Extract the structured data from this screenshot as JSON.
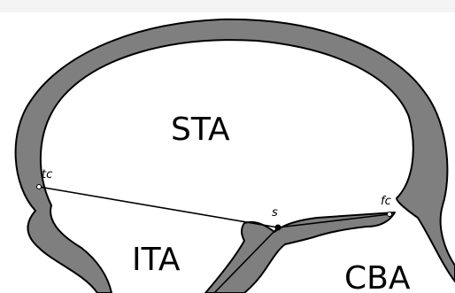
{
  "regions": {
    "sta": "STA",
    "ita": "ITA",
    "cba": "CBA"
  },
  "points": {
    "tc": "tc",
    "s": "s",
    "fc": "fc"
  },
  "colors": {
    "bone": "#7f7f7f",
    "outline": "#000000",
    "background": "#ffffff"
  }
}
